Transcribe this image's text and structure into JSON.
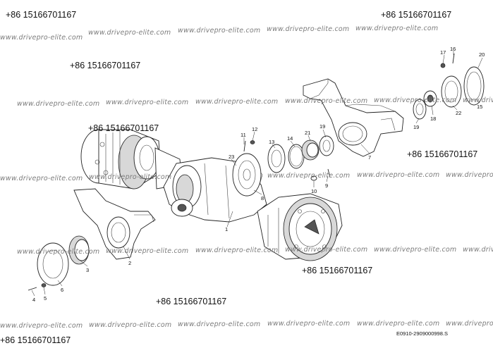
{
  "phone_labels": [
    "+86 15166701167",
    "+86 15166701167",
    "+86 15166701167",
    "+86 15166701167",
    "+86 15166701167",
    "+86 15166701167",
    "+86 15166701167"
  ],
  "watermark_text": "www.drivepro-elite.com",
  "part_numbers": [
    "1",
    "2",
    "3",
    "4",
    "5",
    "6",
    "7",
    "8",
    "9",
    "10",
    "11",
    "12",
    "13",
    "14",
    "15",
    "16",
    "17",
    "18",
    "19",
    "20",
    "21",
    "22",
    "23"
  ],
  "drawing_code": "E0910-2909000998.S"
}
